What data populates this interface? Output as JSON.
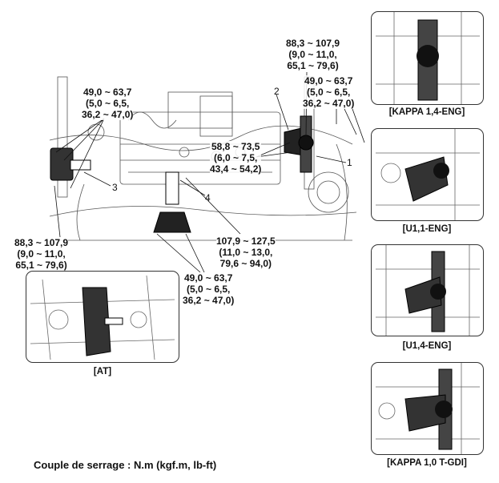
{
  "main_diagram": {
    "callouts": {
      "top_center": [
        "88,3 ~ 107,9",
        "(9,0 ~ 11,0,",
        "65,1 ~ 79,6)"
      ],
      "top_right": [
        "49,0 ~ 63,7",
        "(5,0 ~ 6,5,",
        "36,2 ~ 47,0)"
      ],
      "top_left": [
        "49,0 ~ 63,7",
        "(5,0 ~ 6,5,",
        "36,2 ~ 47,0)"
      ],
      "center": [
        "58,8 ~ 73,5",
        "(6,0 ~ 7,5,",
        "43,4 ~ 54,2)"
      ],
      "bottom_left": [
        "88,3 ~ 107,9",
        "(9,0 ~ 11,0,",
        "65,1 ~ 79,6)"
      ],
      "bottom_right": [
        "107,9 ~ 127,5",
        "(11,0 ~ 13,0,",
        "79,6 ~ 94,0)"
      ],
      "bottom_center": [
        "49,0 ~ 63,7",
        "(5,0 ~ 6,5,",
        "36,2 ~ 47,0)"
      ]
    },
    "part_numbers": [
      "1",
      "2",
      "3",
      "4"
    ]
  },
  "inset_at": {
    "label": "[AT]"
  },
  "variants": [
    {
      "label": "[KAPPA 1,4-ENG]"
    },
    {
      "label": "[U1,1-ENG]"
    },
    {
      "label": "[U1,4-ENG]"
    },
    {
      "label": "[KAPPA 1,0 T-GDI]"
    }
  ],
  "footer": {
    "text": "Couple de serrage : N.m (kgf.m, lb-ft)"
  }
}
